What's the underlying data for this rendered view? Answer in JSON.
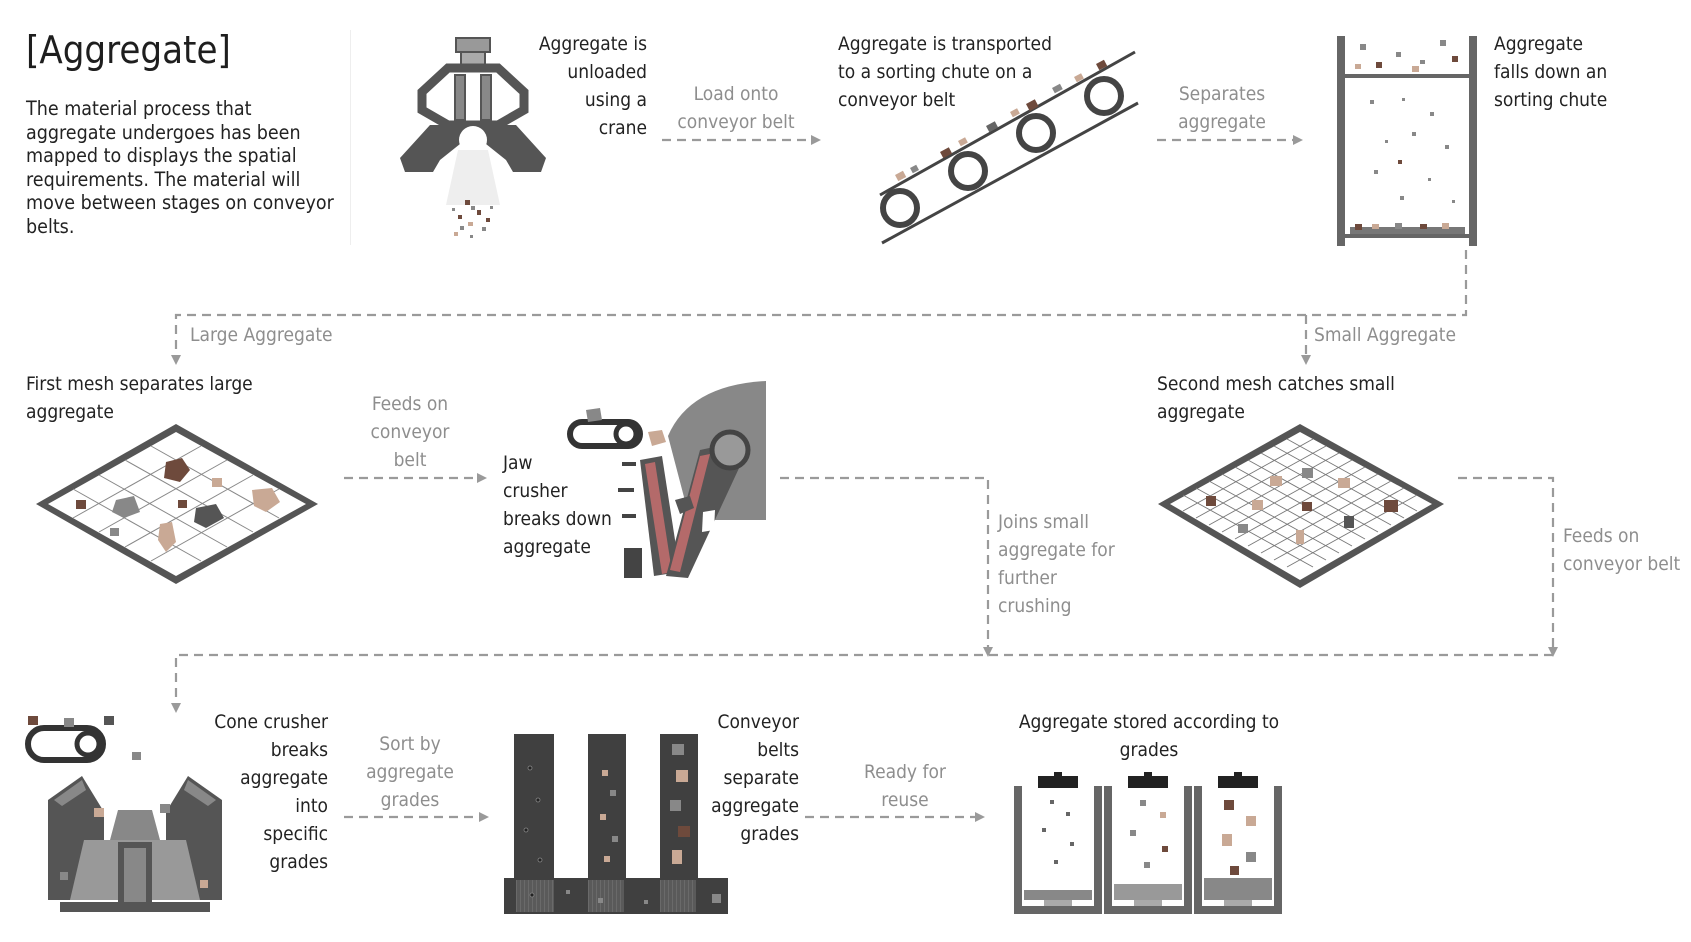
{
  "title": "[Aggregate]",
  "intro": "The material process that aggregate undergoes has been mapped to displays the spatial requirements. The material will move between stages on conveyor belts.",
  "steps": {
    "crane_unload": [
      "Aggregate is",
      "unloaded",
      "using a",
      "crane"
    ],
    "transport": [
      "Aggregate is transported",
      "to a sorting chute on a",
      "conveyor belt"
    ],
    "sorting_chute": [
      "Aggregate",
      "falls down an",
      "sorting chute"
    ],
    "first_mesh": [
      "First mesh separates large",
      "aggregate"
    ],
    "jaw_crusher": [
      "Jaw",
      "crusher",
      "breaks down",
      "aggregate"
    ],
    "second_mesh": [
      "Second mesh catches small",
      "aggregate"
    ],
    "cone_crusher": [
      "Cone crusher",
      "breaks",
      "aggregate",
      "into",
      "specific",
      "grades"
    ],
    "conveyor_separate": [
      "Conveyor",
      "belts",
      "separate",
      "aggregate",
      "grades"
    ],
    "stored": [
      "Aggregate stored according to",
      "grades"
    ]
  },
  "flows": {
    "load_onto_belt": [
      "Load onto",
      "conveyor belt"
    ],
    "separates": [
      "Separates",
      "aggregate"
    ],
    "large_aggregate": [
      "Large Aggregate"
    ],
    "small_aggregate": [
      "Small Aggregate"
    ],
    "feeds_on_belt_1": [
      "Feeds on",
      "conveyor",
      "belt"
    ],
    "joins_small": [
      "Joins small",
      "aggregate for",
      "further",
      "crushing"
    ],
    "feeds_on_belt_2": [
      "Feeds on",
      "conveyor belt"
    ],
    "sort_by_grades": [
      "Sort by",
      "aggregate",
      "grades"
    ],
    "ready_for_reuse": [
      "Ready for",
      "reuse"
    ]
  },
  "colors": {
    "text": "#222222",
    "flow_text": "#8e8e8e",
    "arrow": "#9a9a9a",
    "dark_grey": "#505050",
    "mid_grey": "#8a8a8a",
    "light_grey": "#bdbdbd",
    "rock_brown": "#6e4a3c",
    "rock_tan": "#c9a995",
    "jaw_red": "#b46a6a"
  }
}
